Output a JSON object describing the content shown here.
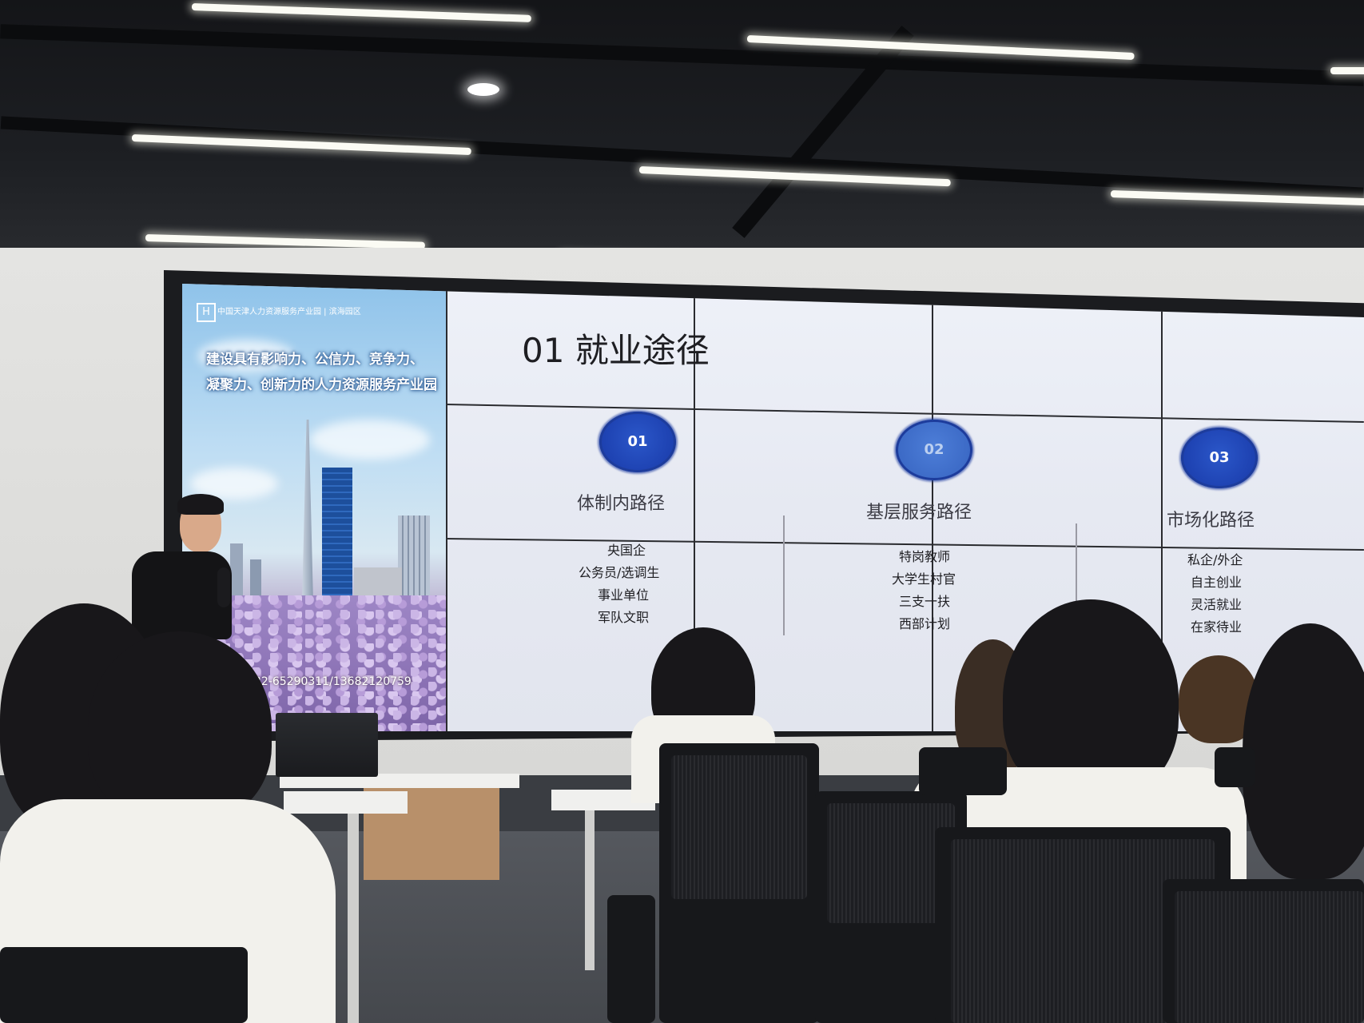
{
  "left_panel": {
    "logo_text": "中国天津人力资源服务产业园 | 滨海园区",
    "slogan_line1": "建设具有影响力、公信力、竞争力、",
    "slogan_line2": "凝聚力、创新力的人力资源服务产业园",
    "contact": "22-65290311/13682120759"
  },
  "slide": {
    "title": "01 就业途径",
    "paths": [
      {
        "number": "01",
        "title": "体制内路径",
        "items": [
          "央国企",
          "公务员/选调生",
          "事业单位",
          "军队文职"
        ]
      },
      {
        "number": "02",
        "title": "基层服务路径",
        "items": [
          "特岗教师",
          "大学生村官",
          "三支一扶",
          "西部计划"
        ]
      },
      {
        "number": "03",
        "title": "市场化路径",
        "items": [
          "私企/外企",
          "自主创业",
          "灵活就业",
          "在家待业"
        ]
      }
    ]
  }
}
